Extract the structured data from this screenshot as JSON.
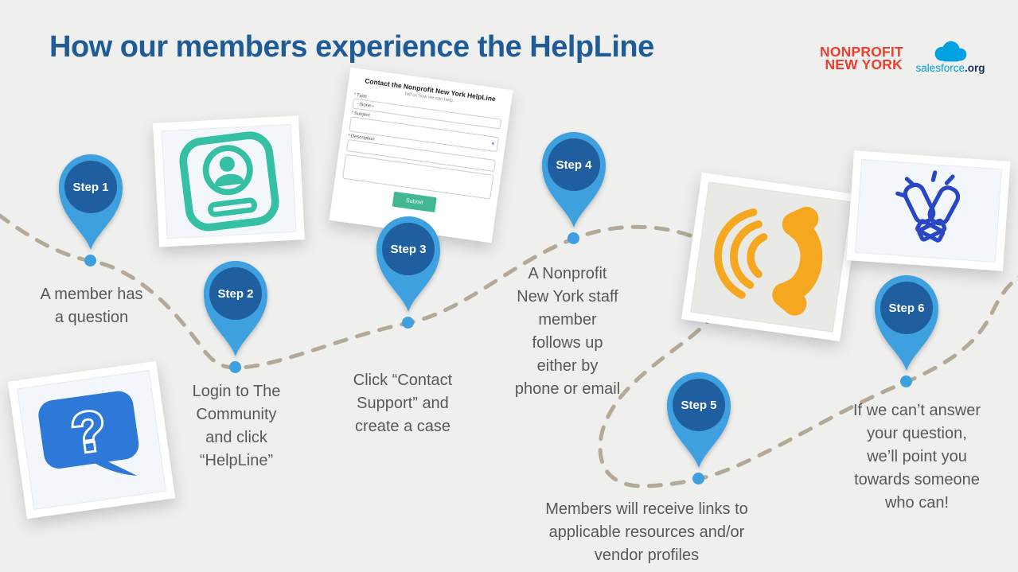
{
  "slide": {
    "title": "How our members experience the HelpLine"
  },
  "logos": {
    "nonprofit_line1": "NONPROFIT",
    "nonprofit_line2": "NEW YORK",
    "salesforce_name": "salesforce",
    "salesforce_suffix": ".org"
  },
  "steps": [
    {
      "label": "Step 1",
      "description": "A member has\na question"
    },
    {
      "label": "Step 2",
      "description": "Login to The\nCommunity\nand click\n“HelpLine”"
    },
    {
      "label": "Step 3",
      "description": "Click “Contact\nSupport” and\ncreate a case"
    },
    {
      "label": "Step 4",
      "description": "A Nonprofit\nNew York staff\nmember\nfollows up\neither by\nphone or email"
    },
    {
      "label": "Step 5",
      "description": "Members will receive links to\napplicable resources and/or\nvendor profiles"
    },
    {
      "label": "Step 6",
      "description": "If we can’t answer\nyour question,\nwe’ll point you\ntowards someone\nwho can!"
    }
  ],
  "form": {
    "title": "Contact the Nonprofit New York HelpLine",
    "subtitle": "Tell us how we can help.",
    "required_marker": "*",
    "type_label": "Type",
    "type_value": "--None--",
    "subject_label": "Subject",
    "description_label": "Description",
    "submit_label": "Submit"
  },
  "icons": {
    "question_bubble": "question-speech-bubble-icon",
    "contact_card": "contact-card-icon",
    "phone": "ringing-phone-icon",
    "claps": "clapping-hands-icon",
    "salesforce_cloud": "salesforce-cloud-icon"
  },
  "colors": {
    "accent": "#3fa0e0",
    "pin_dark": "#1f5f9f",
    "path": "#b3a996",
    "title": "#1e5b97",
    "body": "#57585a",
    "teal": "#35bfa3",
    "submit": "#41b893",
    "phone": "#f5a71f",
    "claps": "#2947c4",
    "bubble": "#2e79d8",
    "logo_red": "#ee3e30",
    "sf_blue": "#00a1e0",
    "sf_navy": "#16325c",
    "bg": "#efefee"
  }
}
